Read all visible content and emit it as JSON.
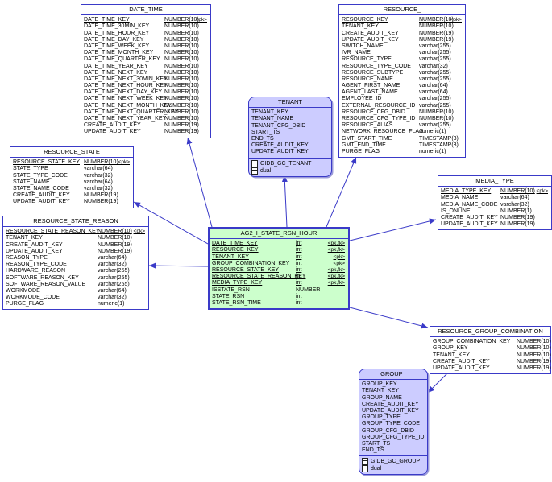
{
  "diagram": {
    "accent_color": "#3a3ac8",
    "fact_fill": "#ccffcc",
    "view_fill": "#ccccff",
    "tables": [
      {
        "id": "date_time",
        "title": "DATE_TIME",
        "kind": "table",
        "columns": [
          {
            "name": "DATE_TIME_KEY",
            "type": "NUMBER(10)",
            "key": "<pk>",
            "pk": true
          },
          {
            "name": "DATE_TIME_30MIN_KEY",
            "type": "NUMBER(10)"
          },
          {
            "name": "DATE_TIME_HOUR_KEY",
            "type": "NUMBER(10)"
          },
          {
            "name": "DATE_TIME_DAY_KEY",
            "type": "NUMBER(10)"
          },
          {
            "name": "DATE_TIME_WEEK_KEY",
            "type": "NUMBER(10)"
          },
          {
            "name": "DATE_TIME_MONTH_KEY",
            "type": "NUMBER(10)"
          },
          {
            "name": "DATE_TIME_QUARTER_KEY",
            "type": "NUMBER(10)"
          },
          {
            "name": "DATE_TIME_YEAR_KEY",
            "type": "NUMBER(10)"
          },
          {
            "name": "DATE_TIME_NEXT_KEY",
            "type": "NUMBER(10)"
          },
          {
            "name": "DATE_TIME_NEXT_30MIN_KEY",
            "type": "NUMBER(10)"
          },
          {
            "name": "DATE_TIME_NEXT_HOUR_KEY",
            "type": "NUMBER(10)"
          },
          {
            "name": "DATE_TIME_NEXT_DAY_KEY",
            "type": "NUMBER(10)"
          },
          {
            "name": "DATE_TIME_NEXT_WEEK_KEY",
            "type": "NUMBER(10)"
          },
          {
            "name": "DATE_TIME_NEXT_MONTH_KEY",
            "type": "NUMBER(10)"
          },
          {
            "name": "DATE_TIME_NEXT_QUARTER_KEY",
            "type": "NUMBER(10)"
          },
          {
            "name": "DATE_TIME_NEXT_YEAR_KEY",
            "type": "NUMBER(10)"
          },
          {
            "name": "CREATE_AUDIT_KEY",
            "type": "NUMBER(19)"
          },
          {
            "name": "UPDATE_AUDIT_KEY",
            "type": "NUMBER(19)"
          }
        ]
      },
      {
        "id": "resource",
        "title": "RESOURCE_",
        "kind": "table",
        "columns": [
          {
            "name": "RESOURCE_KEY",
            "type": "NUMBER(10)",
            "key": "<pk>",
            "pk": true
          },
          {
            "name": "TENANT_KEY",
            "type": "NUMBER(10)"
          },
          {
            "name": "CREATE_AUDIT_KEY",
            "type": "NUMBER(19)"
          },
          {
            "name": "UPDATE_AUDIT_KEY",
            "type": "NUMBER(19)"
          },
          {
            "name": "SWITCH_NAME",
            "type": "varchar(255)"
          },
          {
            "name": "IVR_NAME",
            "type": "varchar(255)"
          },
          {
            "name": "RESOURCE_TYPE",
            "type": "varchar(255)"
          },
          {
            "name": "RESOURCE_TYPE_CODE",
            "type": "varchar(32)"
          },
          {
            "name": "RESOURCE_SUBTYPE",
            "type": "varchar(255)"
          },
          {
            "name": "RESOURCE_NAME",
            "type": "varchar(255)"
          },
          {
            "name": "AGENT_FIRST_NAME",
            "type": "varchar(64)"
          },
          {
            "name": "AGENT_LAST_NAME",
            "type": "varchar(64)"
          },
          {
            "name": "EMPLOYEE_ID",
            "type": "varchar(255)"
          },
          {
            "name": "EXTERNAL_RESOURCE_ID",
            "type": "varchar(255)"
          },
          {
            "name": "RESOURCE_CFG_DBID",
            "type": "NUMBER(10)"
          },
          {
            "name": "RESOURCE_CFG_TYPE_ID",
            "type": "NUMBER(10)"
          },
          {
            "name": "RESOURCE_ALIAS",
            "type": "varchar(255)"
          },
          {
            "name": "NETWORK_RESOURCE_FLAG",
            "type": "numeric(1)"
          },
          {
            "name": "GMT_START_TIME",
            "type": "TIMESTAMP(3)"
          },
          {
            "name": "GMT_END_TIME",
            "type": "TIMESTAMP(3)"
          },
          {
            "name": "PURGE_FLAG",
            "type": "numeric(1)"
          }
        ]
      },
      {
        "id": "tenant",
        "title": "TENANT",
        "kind": "view",
        "columns": [
          {
            "name": "TENANT_KEY"
          },
          {
            "name": "TENANT_NAME"
          },
          {
            "name": "TENANT_CFG_DBID"
          },
          {
            "name": "START_TS"
          },
          {
            "name": "END_TS"
          },
          {
            "name": "CREATE_AUDIT_KEY"
          },
          {
            "name": "UPDATE_AUDIT_KEY"
          }
        ],
        "footer": [
          {
            "icon": "table-icon",
            "label": "GIDB_GC_TENANT"
          },
          {
            "icon": "table-icon",
            "label": "dual"
          }
        ]
      },
      {
        "id": "resource_state",
        "title": "RESOURCE_STATE",
        "kind": "table",
        "columns": [
          {
            "name": "RESOURCE_STATE_KEY",
            "type": "NUMBER(10)",
            "key": "<pk>",
            "pk": true
          },
          {
            "name": "STATE_TYPE",
            "type": "varchar(64)"
          },
          {
            "name": "STATE_TYPE_CODE",
            "type": "varchar(32)"
          },
          {
            "name": "STATE_NAME",
            "type": "varchar(64)"
          },
          {
            "name": "STATE_NAME_CODE",
            "type": "varchar(32)"
          },
          {
            "name": "CREATE_AUDIT_KEY",
            "type": "NUMBER(19)"
          },
          {
            "name": "UPDATE_AUDIT_KEY",
            "type": "NUMBER(19)"
          }
        ]
      },
      {
        "id": "resource_state_reason",
        "title": "RESOURCE_STATE_REASON",
        "kind": "table",
        "columns": [
          {
            "name": "RESOURCE_STATE_REASON_KEY",
            "type": "NUMBER(10)",
            "key": "<pk>",
            "pk": true
          },
          {
            "name": "TENANT_KEY",
            "type": "NUMBER(10)"
          },
          {
            "name": "CREATE_AUDIT_KEY",
            "type": "NUMBER(19)"
          },
          {
            "name": "UPDATE_AUDIT_KEY",
            "type": "NUMBER(19)"
          },
          {
            "name": "REASON_TYPE",
            "type": "varchar(64)"
          },
          {
            "name": "REASON_TYPE_CODE",
            "type": "varchar(32)"
          },
          {
            "name": "HARDWARE_REASON",
            "type": "varchar(255)"
          },
          {
            "name": "SOFTWARE_REASON_KEY",
            "type": "varchar(255)"
          },
          {
            "name": "SOFTWARE_REASON_VALUE",
            "type": "varchar(255)"
          },
          {
            "name": "WORKMODE",
            "type": "varchar(64)"
          },
          {
            "name": "WORKMODE_CODE",
            "type": "varchar(32)"
          },
          {
            "name": "PURGE_FLAG",
            "type": "numeric(1)"
          }
        ]
      },
      {
        "id": "ag2_i_state_rsn_hour",
        "title": "AG2_I_STATE_RSN_HOUR",
        "kind": "fact",
        "columns": [
          {
            "name": "DATE_TIME_KEY",
            "type": "int",
            "key": "<pk,fk>",
            "pk": true
          },
          {
            "name": "RESOURCE_KEY",
            "type": "int",
            "key": "<pk,fk>",
            "pk": true
          },
          {
            "name": "TENANT_KEY",
            "type": "int",
            "key": "<pk>",
            "pk": true
          },
          {
            "name": "GROUP_COMBINATION_KEY",
            "type": "int",
            "key": "<pk>",
            "pk": true
          },
          {
            "name": "RESOURCE_STATE_KEY",
            "type": "int",
            "key": "<pk,fk>",
            "pk": true
          },
          {
            "name": "RESOURCE_STATE_REASON_KEY",
            "type": "int",
            "key": "<pk,fk>",
            "pk": true
          },
          {
            "name": "MEDIA_TYPE_KEY",
            "type": "int",
            "key": "<pk,fk>",
            "pk": true
          },
          {
            "name": "ISSTATE_RSN",
            "type": "NUMBER"
          },
          {
            "name": "STATE_RSN",
            "type": "int"
          },
          {
            "name": "STATE_RSN_TIME",
            "type": "int"
          }
        ]
      },
      {
        "id": "media_type",
        "title": "MEDIA_TYPE",
        "kind": "table",
        "columns": [
          {
            "name": "MEDIA_TYPE_KEY",
            "type": "NUMBER(10)",
            "key": "<pk>",
            "pk": true
          },
          {
            "name": "MEDIA_NAME",
            "type": "varchar(64)"
          },
          {
            "name": "MEDIA_NAME_CODE",
            "type": "varchar(32)"
          },
          {
            "name": "IS_ONLINE",
            "type": "NUMBER(1)"
          },
          {
            "name": "CREATE_AUDIT_KEY",
            "type": "NUMBER(19)"
          },
          {
            "name": "UPDATE_AUDIT_KEY",
            "type": "NUMBER(19)"
          }
        ]
      },
      {
        "id": "resource_group_combination",
        "title": "RESOURCE_GROUP_COMBINATION",
        "kind": "table",
        "columns": [
          {
            "name": "GROUP_COMBINATION_KEY",
            "type": "NUMBER(10)"
          },
          {
            "name": "GROUP_KEY",
            "type": "NUMBER(10)"
          },
          {
            "name": "TENANT_KEY",
            "type": "NUMBER(10)"
          },
          {
            "name": "CREATE_AUDIT_KEY",
            "type": "NUMBER(19)"
          },
          {
            "name": "UPDATE_AUDIT_KEY",
            "type": "NUMBER(19)"
          }
        ]
      },
      {
        "id": "group",
        "title": "GROUP_",
        "kind": "view",
        "columns": [
          {
            "name": "GROUP_KEY"
          },
          {
            "name": "TENANT_KEY"
          },
          {
            "name": "GROUP_NAME"
          },
          {
            "name": "CREATE_AUDIT_KEY"
          },
          {
            "name": "UPDATE_AUDIT_KEY"
          },
          {
            "name": "GROUP_TYPE"
          },
          {
            "name": "GROUP_TYPE_CODE"
          },
          {
            "name": "GROUP_CFG_DBID"
          },
          {
            "name": "GROUP_CFG_TYPE_ID"
          },
          {
            "name": "START_TS"
          },
          {
            "name": "END_TS"
          }
        ],
        "footer": [
          {
            "icon": "table-icon",
            "label": "GIDB_GC_GROUP"
          },
          {
            "icon": "table-icon",
            "label": "dual"
          }
        ]
      }
    ],
    "relationships": [
      {
        "from": "ag2_i_state_rsn_hour",
        "to": "date_time"
      },
      {
        "from": "ag2_i_state_rsn_hour",
        "to": "tenant"
      },
      {
        "from": "ag2_i_state_rsn_hour",
        "to": "resource"
      },
      {
        "from": "ag2_i_state_rsn_hour",
        "to": "resource_state"
      },
      {
        "from": "ag2_i_state_rsn_hour",
        "to": "resource_state_reason"
      },
      {
        "from": "ag2_i_state_rsn_hour",
        "to": "media_type"
      },
      {
        "from": "ag2_i_state_rsn_hour",
        "to": "resource_group_combination"
      },
      {
        "from": "resource_group_combination",
        "to": "group"
      }
    ]
  }
}
